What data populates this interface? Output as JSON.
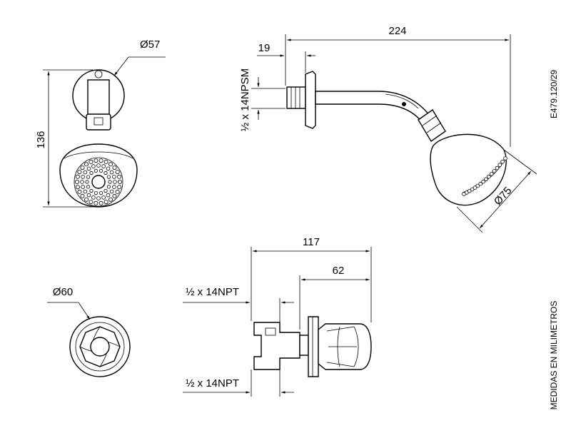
{
  "dimensions": {
    "front_head_diameter": "Ø57",
    "front_head_height": "136",
    "arm_length": "224",
    "flange_offset": "19",
    "arm_thread": "½ x 14NPSM",
    "head_diameter": "Ø75",
    "valve_diameter": "Ø60",
    "valve_length": "117",
    "handle_length": "62",
    "valve_thread_top": "½ x 14NPT",
    "valve_thread_bottom": "½ x 14NPT"
  },
  "side_labels": {
    "code": "E479.120/29",
    "units": "MEDIDAS EN MILIMETROS"
  }
}
